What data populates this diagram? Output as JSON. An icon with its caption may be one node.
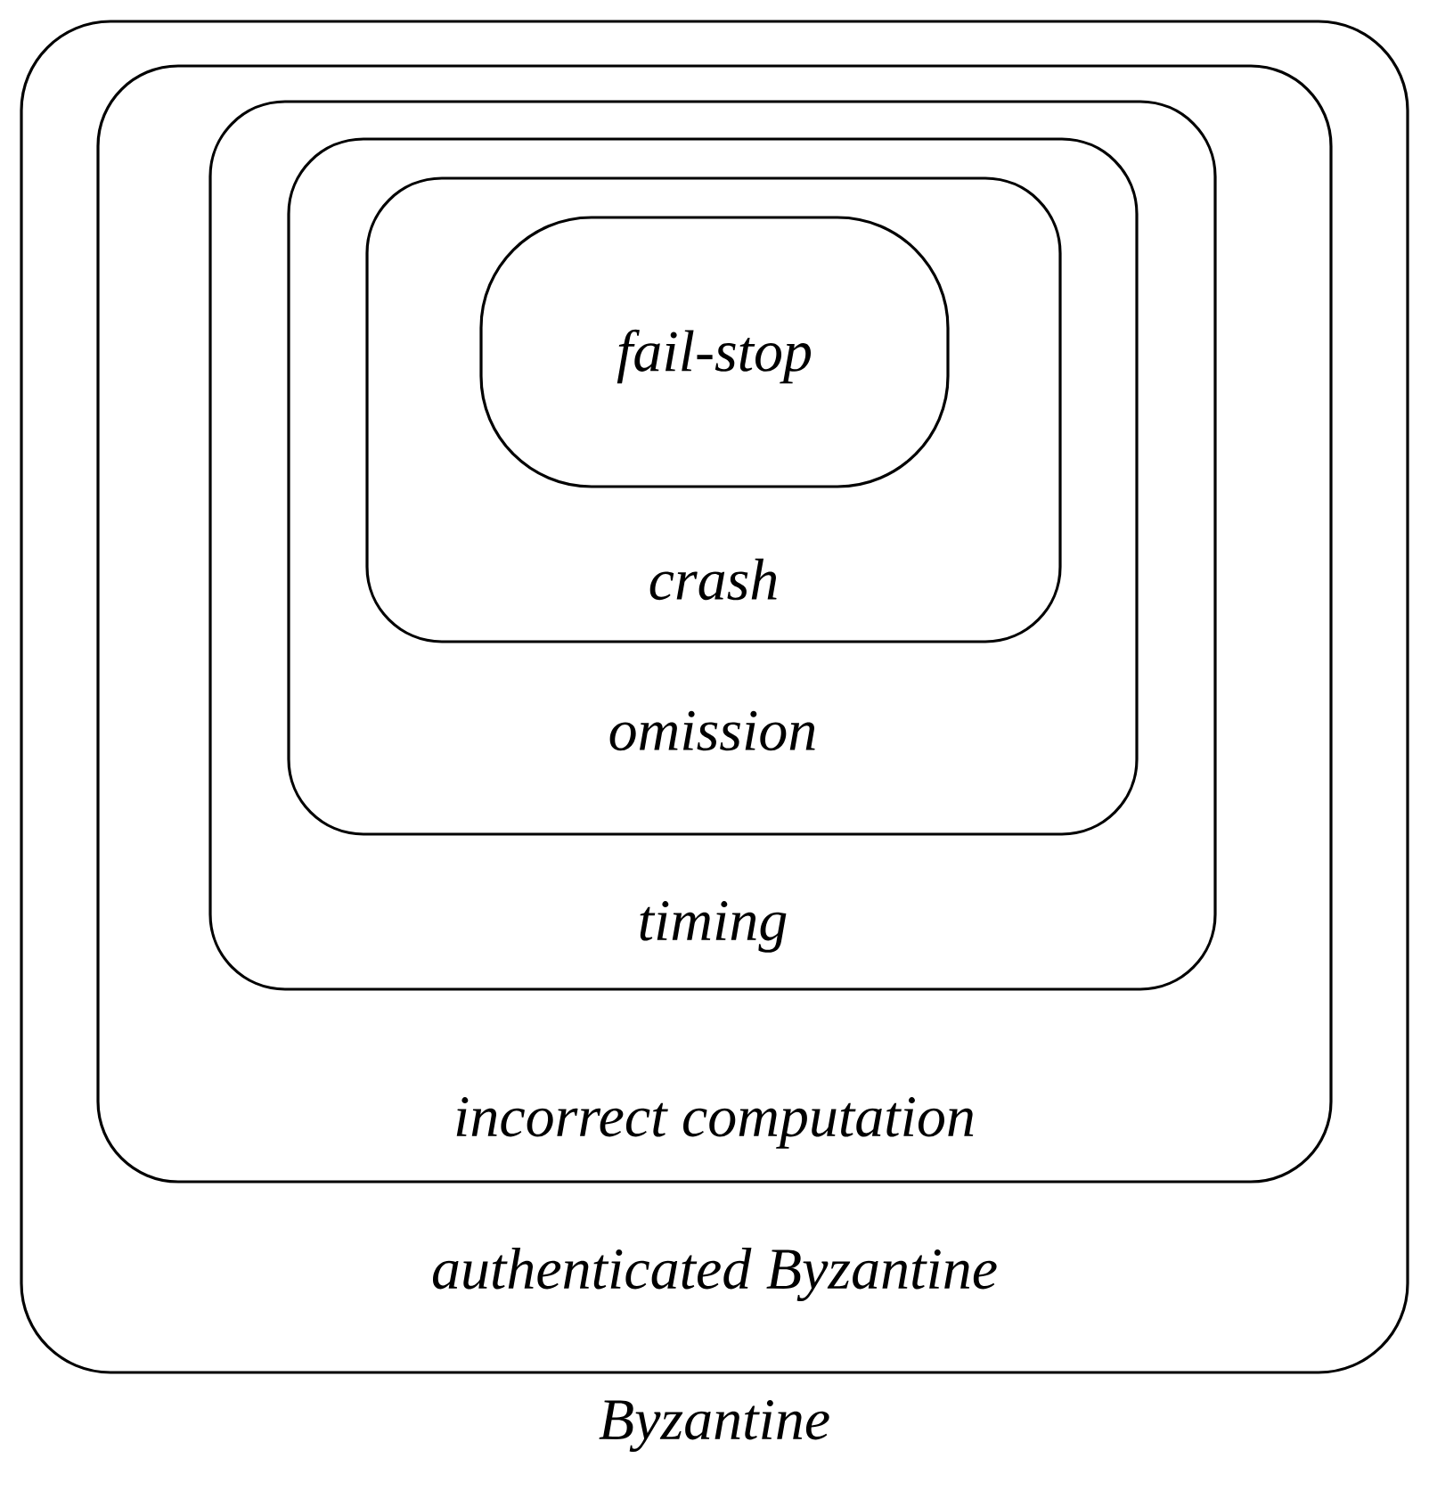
{
  "diagram": {
    "nodes": [
      {
        "text": [
          "authenticated Byzantine"
        ]
      },
      {
        "text": [
          "incorrect computation"
        ],
        "in": 0
      },
      {
        "text": [
          "timing"
        ],
        "in": 1
      },
      {
        "text": [
          "omission"
        ],
        "in": 2
      },
      {
        "text": [
          "crash"
        ],
        "in": 3
      },
      {
        "text": [
          "fail-stop"
        ],
        "in": 4
      }
    ],
    "labels": [
      "Byzantine"
    ]
  }
}
